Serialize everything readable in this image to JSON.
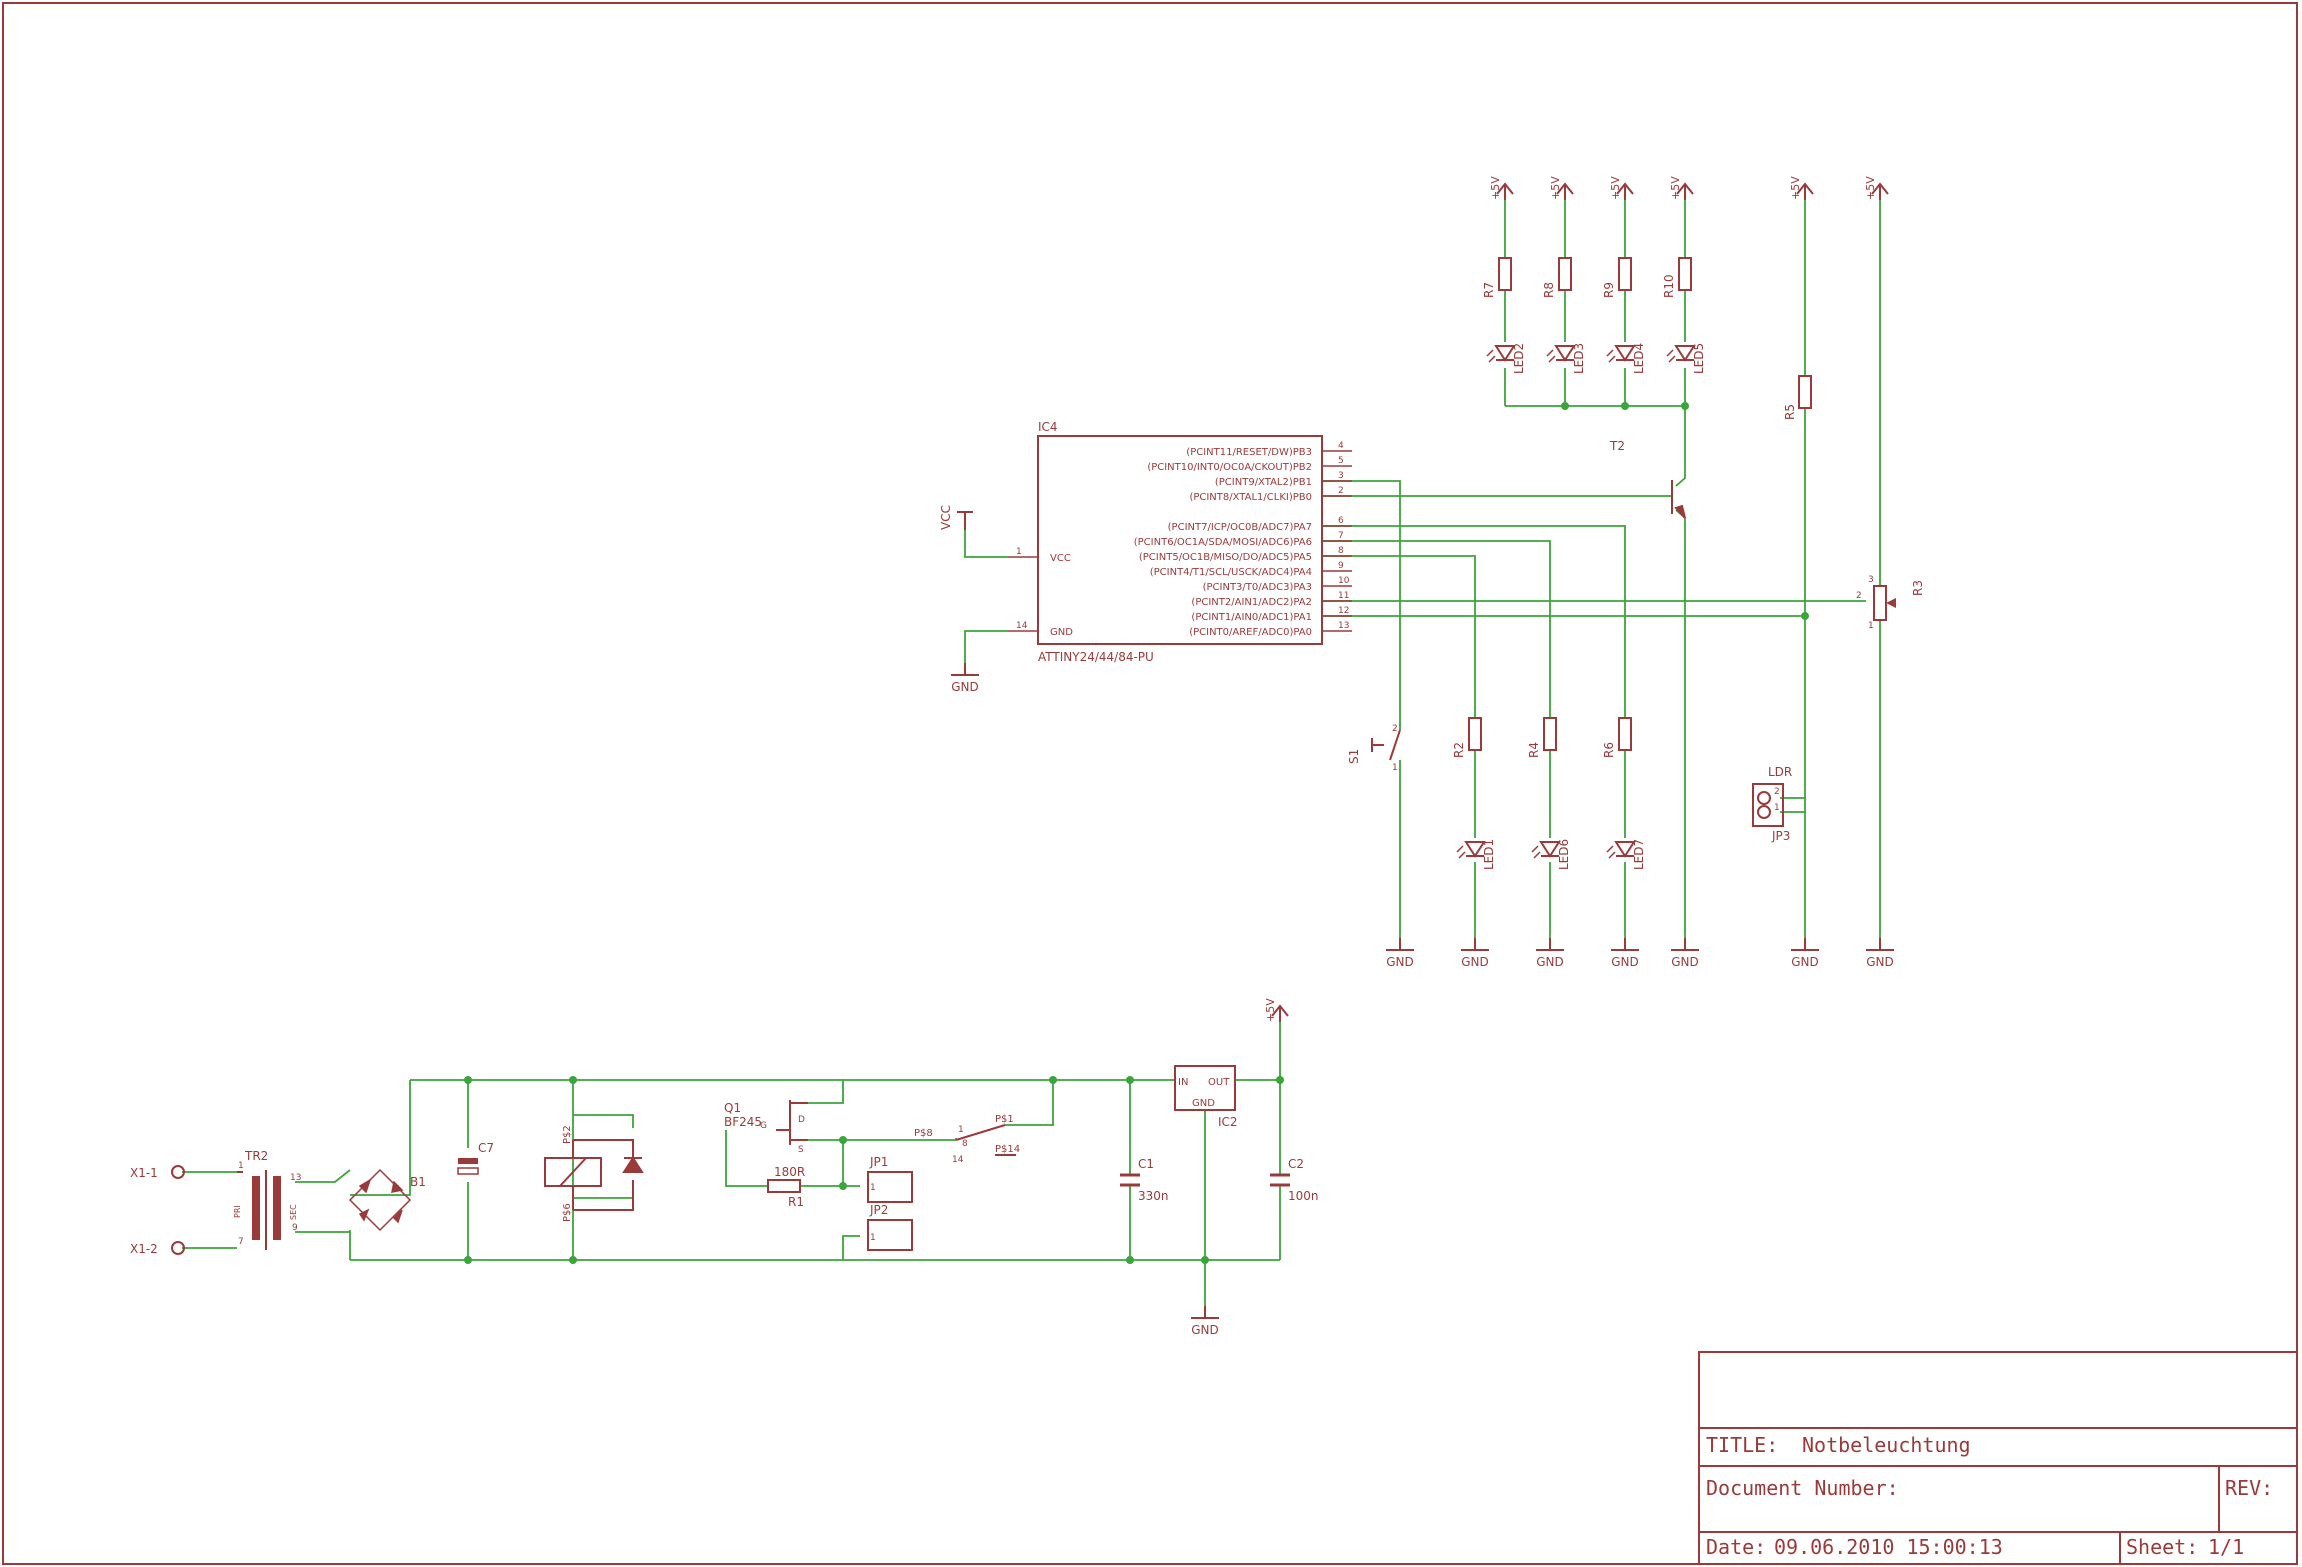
{
  "colors": {
    "part": "#9a3a3a",
    "wire": "#3aa53a",
    "frame": "#9a3a3a",
    "background": "#ffffff"
  },
  "title_block": {
    "title_label": "TITLE:",
    "title_value": "Notbeleuchtung",
    "docnum_label": "Document Number:",
    "rev_label": "REV:",
    "date_label": "Date:",
    "date_value": "09.06.2010 15:00:13",
    "sheet_label": "Sheet:",
    "sheet_value": "1/1"
  },
  "ic4": {
    "name": "IC4",
    "value": "ATTINY24/44/84-PU",
    "left_pins": [
      {
        "num": "1",
        "label": "VCC"
      },
      {
        "num": "14",
        "label": "GND"
      }
    ],
    "right_pins": [
      {
        "num": "4",
        "label": "(PCINT11/RESET/DW)PB3"
      },
      {
        "num": "5",
        "label": "(PCINT10/INT0/OC0A/CKOUT)PB2"
      },
      {
        "num": "3",
        "label": "(PCINT9/XTAL2)PB1"
      },
      {
        "num": "2",
        "label": "(PCINT8/XTAL1/CLKI)PB0"
      },
      {
        "num": "6",
        "label": "(PCINT7/ICP/OC0B/ADC7)PA7"
      },
      {
        "num": "7",
        "label": "(PCINT6/OC1A/SDA/MOSI/ADC6)PA6"
      },
      {
        "num": "8",
        "label": "(PCINT5/OC1B/MISO/DO/ADC5)PA5"
      },
      {
        "num": "9",
        "label": "(PCINT4/T1/SCL/USCK/ADC4)PA4"
      },
      {
        "num": "10",
        "label": "(PCINT3/T0/ADC3)PA3"
      },
      {
        "num": "11",
        "label": "(PCINT2/AIN1/ADC2)PA2"
      },
      {
        "num": "12",
        "label": "(PCINT1/AIN0/ADC1)PA1"
      },
      {
        "num": "13",
        "label": "(PCINT0/AREF/ADC0)PA0"
      }
    ]
  },
  "supply": {
    "vcc": "VCC",
    "plus5v": "+5V",
    "gnd": "GND"
  },
  "top_leds": [
    {
      "resistor": "R7",
      "led": "LED2"
    },
    {
      "resistor": "R8",
      "led": "LED3"
    },
    {
      "resistor": "R9",
      "led": "LED4"
    },
    {
      "resistor": "R10",
      "led": "LED5"
    }
  ],
  "bottom_leds": [
    {
      "resistor": "R2",
      "led": "LED1"
    },
    {
      "resistor": "R4",
      "led": "LED6"
    },
    {
      "resistor": "R6",
      "led": "LED7"
    }
  ],
  "parts": {
    "t2": "T2",
    "r5": "R5",
    "r3": "R3",
    "r3_pins": [
      "3",
      "2",
      "1"
    ],
    "s1": "S1",
    "s1_pins": [
      "2",
      "1"
    ],
    "ldr": "LDR",
    "jp3": "JP3",
    "jp3_pins": [
      "2",
      "1"
    ],
    "x1_1": "X1-1",
    "x1_2": "X1-2",
    "tr2": "TR2",
    "tr2_pri": "PRI",
    "tr2_sec": "SEC",
    "tr2_pins": [
      "1",
      "7",
      "13",
      "9"
    ],
    "b1": "B1",
    "c7": "C7",
    "relay_p2": "P$2",
    "relay_p6": "P$6",
    "q1": "Q1",
    "q1_value": "BF245",
    "q1_pins": [
      "D",
      "G",
      "S"
    ],
    "r1": "R1",
    "r1_value": "180R",
    "jp1": "JP1",
    "jp1_pin": "1",
    "jp2": "JP2",
    "jp2_pin": "1",
    "switch_pins": {
      "p8": "P$8",
      "p1": "P$1",
      "p14": "P$14",
      "n1": "1",
      "n8": "8",
      "n14": "14"
    },
    "c1": "C1",
    "c1_value": "330n",
    "c2": "C2",
    "c2_value": "100n",
    "ic2": "IC2",
    "ic2_pins": [
      "IN",
      "OUT",
      "GND"
    ]
  }
}
